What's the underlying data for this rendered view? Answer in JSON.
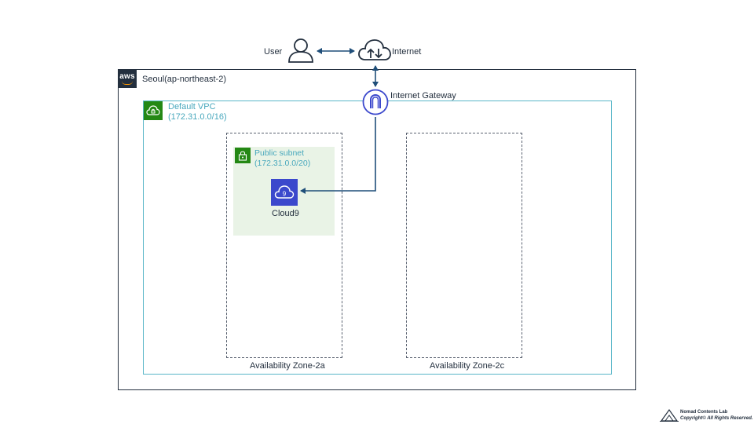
{
  "top": {
    "user_label": "User",
    "internet_label": "Internet"
  },
  "region": {
    "label": "Seoul(ap-northeast-2)",
    "logo_text": "aws"
  },
  "vpc": {
    "label": "Default VPC",
    "cidr": "(172.31.0.0/16)"
  },
  "gateway": {
    "label": "Internet Gateway"
  },
  "subnet": {
    "label": "Public subnet",
    "cidr": "(172.31.0.0/20)"
  },
  "service": {
    "label": "Cloud9",
    "icon_glyph": "9"
  },
  "zones": [
    {
      "label": "Availability Zone-2a"
    },
    {
      "label": "Availability Zone-2c"
    }
  ],
  "footer": {
    "org": "Nomad Contents Lab",
    "copyright": "Copyright© All Rights Reserved."
  },
  "colors": {
    "region_border": "#232f3e",
    "vpc_border": "#59b6c8",
    "vpc_badge": "#248814",
    "subnet_fill": "#e9f3e6",
    "cloud9": "#3b48cc",
    "arrow": "#1f4e79"
  }
}
